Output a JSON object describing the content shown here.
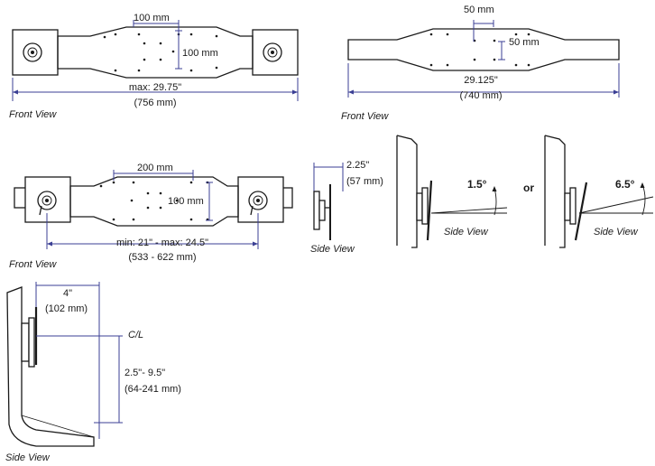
{
  "front_view_1": {
    "label": "Front View",
    "vesa_h": "100 mm",
    "vesa_v": "100 mm",
    "width": "max: 29.75\"",
    "width_mm": "(756 mm)"
  },
  "front_view_2": {
    "label": "Front View",
    "vesa_h": "50 mm",
    "vesa_v": "50 mm",
    "width": "29.125\"",
    "width_mm": "(740 mm)"
  },
  "front_view_3": {
    "label": "Front View",
    "vesa_h": "200 mm",
    "vesa_v": "100 mm",
    "width": "min: 21\" - max: 24.5\"",
    "width_mm": "(533 - 622 mm)"
  },
  "side_view_depth": {
    "label": "Side View",
    "depth": "2.25\"",
    "depth_mm": "(57 mm)"
  },
  "side_view_tilt": {
    "label_1": "Side View",
    "label_2": "Side View",
    "tilt_1": "1.5°",
    "or": "or",
    "tilt_2": "6.5°"
  },
  "side_view_height": {
    "label": "Side View",
    "depth": "4\"",
    "depth_mm": "(102 mm)",
    "centerline": "C/L",
    "height": "2.5\"- 9.5\"",
    "height_mm": "(64-241 mm)"
  }
}
